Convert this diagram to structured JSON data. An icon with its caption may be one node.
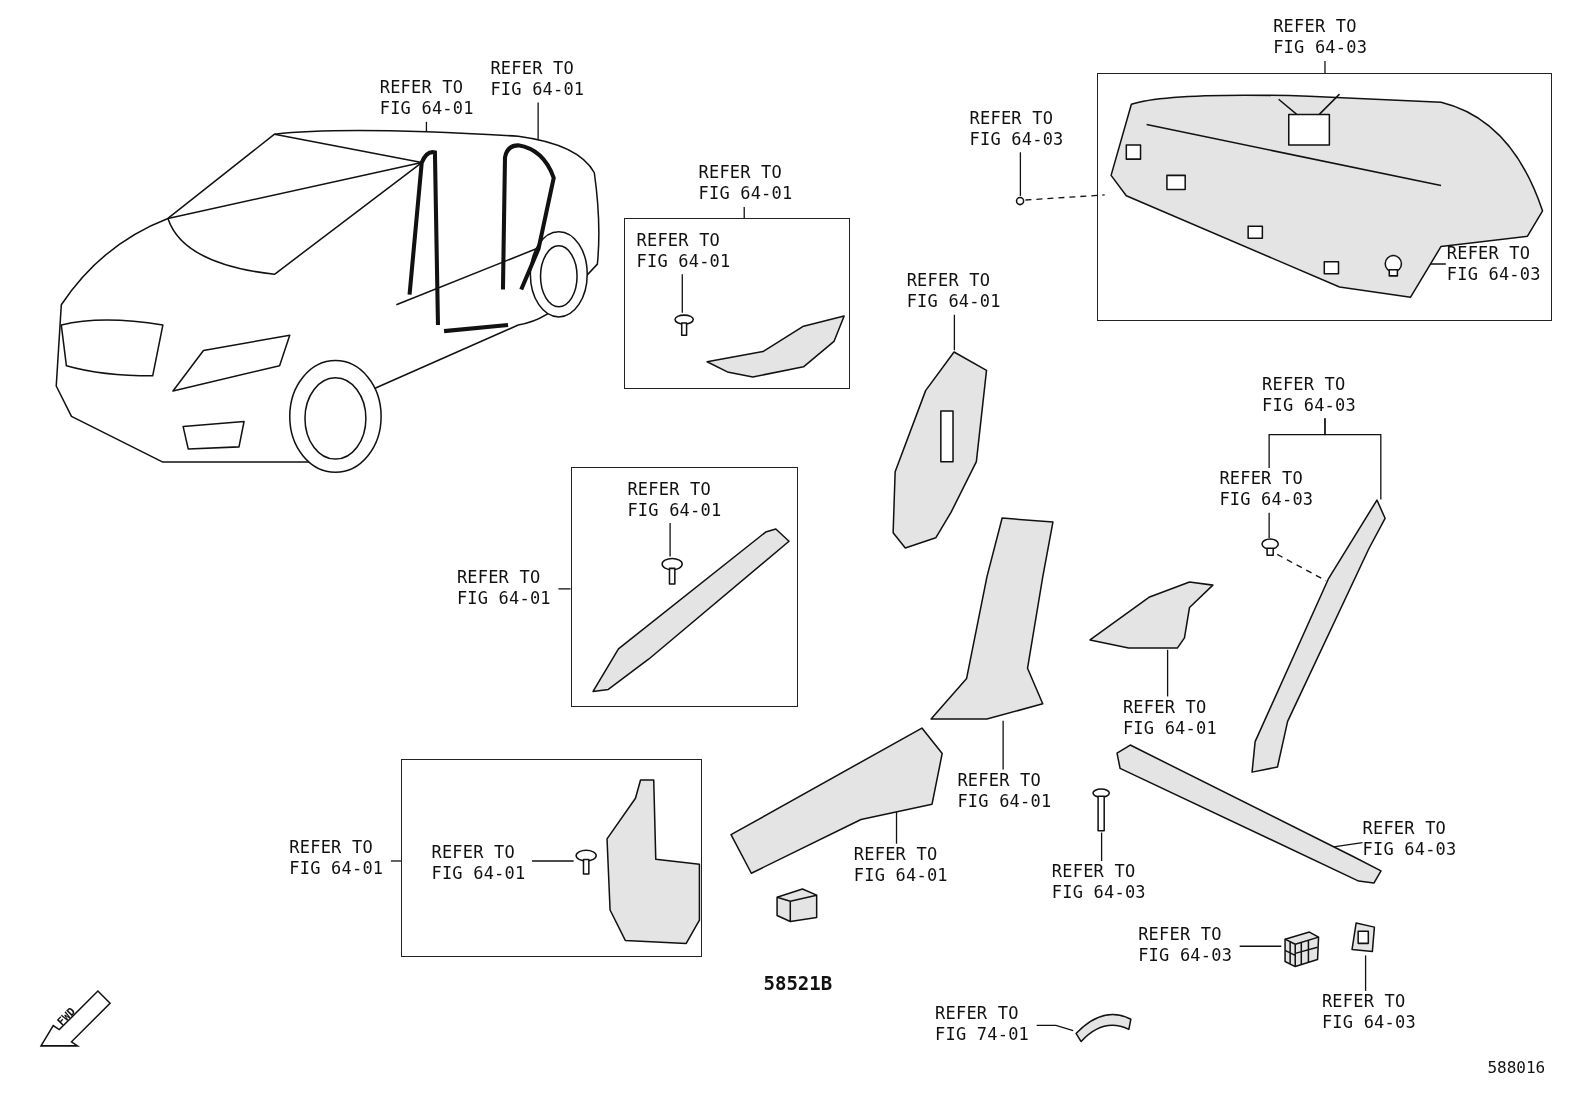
{
  "diagram": {
    "nodes": [
      {
        "text": [],
        "shape": "picture"
      },
      {
        "text": [
          "REFER TO FIG 64-01"
        ]
      },
      {
        "text": [],
        "shape": "picture",
        "in": 0
      },
      {
        "text": [
          "REFER TO FIG 64-01"
        ]
      },
      {
        "text": [],
        "shape": "picture",
        "in": 0
      },
      {
        "text": [
          "REFER TO FIG 64-01"
        ]
      },
      {
        "text": [],
        "shape": "box"
      },
      {
        "text": [
          "REFER TO FIG 64-01"
        ],
        "in": 6
      },
      {
        "text": [],
        "shape": "picture",
        "in": 6
      },
      {
        "text": [],
        "shape": "picture",
        "in": 6
      },
      {
        "text": [
          "REFER TO FIG 64-03"
        ]
      },
      {
        "text": [],
        "shape": "box"
      },
      {
        "text": [],
        "shape": "picture",
        "in": 11
      },
      {
        "text": [
          "REFER TO FIG 64-03"
        ],
        "in": 11
      },
      {
        "text": [],
        "shape": "circle",
        "in": 12
      },
      {
        "text": [
          "REFER TO FIG 64-03"
        ]
      },
      {
        "text": [],
        "shape": "circle"
      },
      {
        "text": [
          "REFER TO FIG 64-01"
        ]
      },
      {
        "text": [],
        "shape": "picture"
      },
      {
        "text": [
          "REFER TO FIG 64-01"
        ]
      },
      {
        "text": [],
        "shape": "box"
      },
      {
        "text": [
          "REFER TO FIG 64-01"
        ],
        "in": 20
      },
      {
        "text": [],
        "shape": "picture",
        "in": 20
      },
      {
        "text": [],
        "shape": "picture",
        "in": 20
      },
      {
        "text": [
          "REFER TO FIG 64-03"
        ]
      },
      {
        "text": [
          "REFER TO FIG 64-03"
        ]
      },
      {
        "text": [],
        "shape": "circle"
      },
      {
        "text": [],
        "shape": "picture"
      },
      {
        "text": [
          "REFER TO FIG 64-01"
        ]
      },
      {
        "text": [],
        "shape": "picture"
      },
      {
        "text": [],
        "shape": "picture"
      },
      {
        "text": [
          "REFER TO FIG 64-01"
        ]
      },
      {
        "text": [],
        "shape": "picture"
      },
      {
        "text": [
          "REFER TO FIG 64-01"
        ]
      },
      {
        "text": [],
        "shape": "picture"
      },
      {
        "text": [
          "REFER TO FIG 64-03"
        ]
      },
      {
        "text": [],
        "shape": "picture"
      },
      {
        "text": [
          "REFER TO FIG 64-03"
        ]
      },
      {
        "text": [
          "REFER TO FIG 64-01"
        ]
      },
      {
        "text": [],
        "shape": "box"
      },
      {
        "text": [
          "REFER TO FIG 64-01"
        ],
        "in": 39
      },
      {
        "text": [],
        "shape": "picture",
        "in": 39
      },
      {
        "text": [],
        "shape": "picture",
        "in": 39
      },
      {
        "text": [],
        "shape": "picture",
        "beside": [
          "58521B"
        ]
      },
      {
        "text": [
          "REFER TO FIG 64-03"
        ]
      },
      {
        "text": [],
        "shape": "picture"
      },
      {
        "text": [],
        "shape": "picture"
      },
      {
        "text": [
          "REFER TO FIG 64-03"
        ]
      },
      {
        "text": [
          "REFER TO FIG 74-01"
        ]
      },
      {
        "text": [],
        "shape": "picture"
      }
    ],
    "edges": [
      {
        "from": 1,
        "to": 2,
        "arrow": "none"
      },
      {
        "from": 3,
        "to": 4,
        "arrow": "none"
      },
      {
        "from": 5,
        "to": 6,
        "arrow": "none"
      },
      {
        "from": 7,
        "to": 8,
        "arrow": "none"
      },
      {
        "from": 10,
        "to": 11,
        "arrow": "none"
      },
      {
        "from": 13,
        "to": 14,
        "arrow": "none"
      },
      {
        "from": 15,
        "to": 16,
        "arrow": "none"
      },
      {
        "from": 16,
        "to": 12,
        "arrow": "none",
        "style": "dashed"
      },
      {
        "from": 17,
        "to": 18,
        "arrow": "none"
      },
      {
        "from": 19,
        "to": 20,
        "arrow": "none"
      },
      {
        "from": 21,
        "to": 22,
        "arrow": "none"
      },
      {
        "from": 24,
        "to": 27,
        "arrow": "none"
      },
      {
        "from": 24,
        "to": 25,
        "arrow": "none"
      },
      {
        "from": 25,
        "to": 26,
        "arrow": "none"
      },
      {
        "from": 26,
        "to": 27,
        "arrow": "none",
        "style": "dashed"
      },
      {
        "from": 28,
        "to": 29,
        "arrow": "none"
      },
      {
        "from": 31,
        "to": 30,
        "arrow": "none"
      },
      {
        "from": 33,
        "to": 32,
        "arrow": "none"
      },
      {
        "from": 35,
        "to": 34,
        "arrow": "none"
      },
      {
        "from": 37,
        "to": 36,
        "arrow": "none"
      },
      {
        "from": 38,
        "to": 39,
        "arrow": "none"
      },
      {
        "from": 40,
        "to": 41,
        "arrow": "none"
      },
      {
        "from": 44,
        "to": 45,
        "arrow": "none"
      },
      {
        "from": 47,
        "to": 46,
        "arrow": "none"
      },
      {
        "from": 48,
        "to": 49,
        "arrow": "none"
      }
    ],
    "labels": [
      "FWD",
      "588016"
    ]
  }
}
